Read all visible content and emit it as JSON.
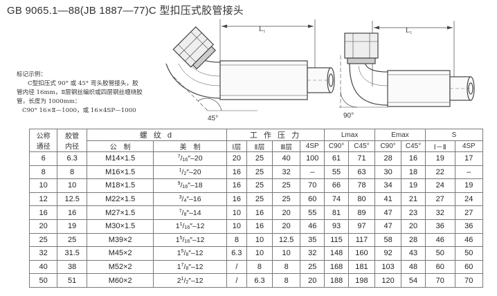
{
  "title": "GB 9065.1—88(JB 1887—77)C 型扣压式胶管接头",
  "drawing": {
    "l1_left": "L₁",
    "l1_right": "L₁",
    "angle_left": "45°",
    "angle_right": "90°"
  },
  "example": {
    "heading": "标记示例：",
    "line1": "C型扣压式 90° 或 45° 弯头胶管接头，胶",
    "line2": "管内径 16mm，Ⅱ层钢丝编织或四层钢丝缠绕胶",
    "line3": "管，长度为 1000mm：",
    "line4": "C90° 16×Ⅱ—1000，或 16×4SP—1000"
  },
  "table": {
    "headers": {
      "nominal_1": "公称",
      "nominal_2": "通径",
      "bore_1": "胶管",
      "bore_2": "内径",
      "thread": "螺 纹 d",
      "thread_metric": "公　制",
      "thread_us": "美　制",
      "pressure": "工 作 压 力",
      "p1": "Ⅰ层",
      "p2": "Ⅱ层",
      "p3": "Ⅲ层",
      "p4": "4SP",
      "lmax": "Lmax",
      "lmax_c90": "C90°",
      "lmax_c45": "C45°",
      "emax": "Emax",
      "emax_c90": "C90°",
      "emax_c45": "C45°",
      "s": "S",
      "s_12": "Ⅰ－Ⅱ",
      "s_4sp": "4SP"
    },
    "rows": [
      {
        "dn": "6",
        "id": "6.3",
        "metric": "M14×1.5",
        "us_w": "",
        "us_n": "7",
        "us_d": "16",
        "us_t": "″–20",
        "p1": "20",
        "p2": "25",
        "p3": "40",
        "p4": "100",
        "l90": "61",
        "l45": "71",
        "e90": "28",
        "e45": "16",
        "s12": "19",
        "s4": "17"
      },
      {
        "dn": "8",
        "id": "8",
        "metric": "M16×1.5",
        "us_w": "",
        "us_n": "1",
        "us_d": "2",
        "us_t": "″–20",
        "p1": "16",
        "p2": "25",
        "p3": "32",
        "p4": "–",
        "l90": "55",
        "l45": "63",
        "e90": "30",
        "e45": "18",
        "s12": "22",
        "s4": "–"
      },
      {
        "dn": "10",
        "id": "10",
        "metric": "M18×1.5",
        "us_w": "",
        "us_n": "9",
        "us_d": "16",
        "us_t": "″–18",
        "p1": "16",
        "p2": "25",
        "p3": "25",
        "p4": "70",
        "l90": "66",
        "l45": "78",
        "e90": "34",
        "e45": "19",
        "s12": "24",
        "s4": "19"
      },
      {
        "dn": "12",
        "id": "12.5",
        "metric": "M22×1.5",
        "us_w": "",
        "us_n": "3",
        "us_d": "4",
        "us_t": "″–16",
        "p1": "16",
        "p2": "25",
        "p3": "25",
        "p4": "60",
        "l90": "74",
        "l45": "80",
        "e90": "41",
        "e45": "21",
        "s12": "27",
        "s4": "24"
      },
      {
        "dn": "16",
        "id": "16",
        "metric": "M27×1.5",
        "us_w": "",
        "us_n": "7",
        "us_d": "8",
        "us_t": "″–14",
        "p1": "10",
        "p2": "16",
        "p3": "20",
        "p4": "55",
        "l90": "81",
        "l45": "89",
        "e90": "47",
        "e45": "23",
        "s12": "32",
        "s4": "27"
      },
      {
        "dn": "20",
        "id": "19",
        "metric": "M30×1.5",
        "us_w": "1",
        "us_n": "1",
        "us_d": "16",
        "us_t": "″–12",
        "p1": "10",
        "p2": "16",
        "p3": "20",
        "p4": "46",
        "l90": "93",
        "l45": "97",
        "e90": "47",
        "e45": "20",
        "s12": "36",
        "s4": "36"
      },
      {
        "dn": "25",
        "id": "25",
        "metric": "M39×2",
        "us_w": "1",
        "us_n": "5",
        "us_d": "16",
        "us_t": "″–12",
        "p1": "8",
        "p2": "10",
        "p3": "12.5",
        "p4": "35",
        "l90": "115",
        "l45": "117",
        "e90": "58",
        "e45": "28",
        "s12": "46",
        "s4": "46"
      },
      {
        "dn": "32",
        "id": "31.5",
        "metric": "M45×2",
        "us_w": "1",
        "us_n": "5",
        "us_d": "8",
        "us_t": "″–12",
        "p1": "6.3",
        "p2": "10",
        "p3": "10",
        "p4": "32",
        "l90": "148",
        "l45": "160",
        "e90": "92",
        "e45": "43",
        "s12": "50",
        "s4": "50"
      },
      {
        "dn": "40",
        "id": "38",
        "metric": "M52×2",
        "us_w": "1",
        "us_n": "7",
        "us_d": "8",
        "us_t": "″–12",
        "p1": "/",
        "p2": "8",
        "p3": "8",
        "p4": "25",
        "l90": "168",
        "l45": "181",
        "e90": "103",
        "e45": "48",
        "s12": "60",
        "s4": "60"
      },
      {
        "dn": "50",
        "id": "51",
        "metric": "M60×2",
        "us_w": "2",
        "us_n": "1",
        "us_d": "2",
        "us_t": "″–12",
        "p1": "/",
        "p2": "6.3",
        "p3": "8",
        "p4": "20",
        "l90": "188",
        "l45": "198",
        "e90": "120",
        "e45": "54",
        "s12": "70",
        "s4": "70"
      }
    ]
  }
}
